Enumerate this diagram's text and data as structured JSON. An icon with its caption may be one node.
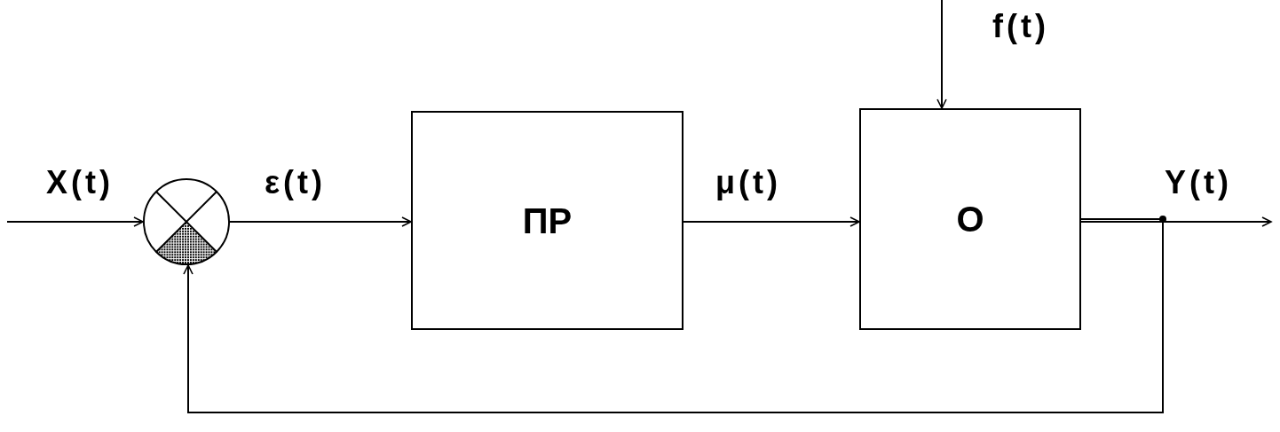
{
  "diagram": {
    "nodes": [
      {
        "text": [],
        "shape": "circle"
      },
      {
        "text": [
          "ПР"
        ]
      },
      {
        "text": [
          "О"
        ]
      }
    ],
    "edges": [
      {
        "from": null,
        "to": 0,
        "arrow": "to",
        "label": "X(t)"
      },
      {
        "from": 0,
        "to": 1,
        "arrow": "to",
        "label": "ε(t)"
      },
      {
        "from": 1,
        "to": 2,
        "arrow": "to",
        "label": "μ(t)"
      },
      {
        "from": null,
        "to": 2,
        "arrow": "to",
        "label": "f(t)"
      },
      {
        "from": 2,
        "to": null,
        "arrow": "to",
        "label": "Y(t)"
      },
      {
        "from": 2,
        "to": 0,
        "arrow": "to"
      }
    ]
  }
}
